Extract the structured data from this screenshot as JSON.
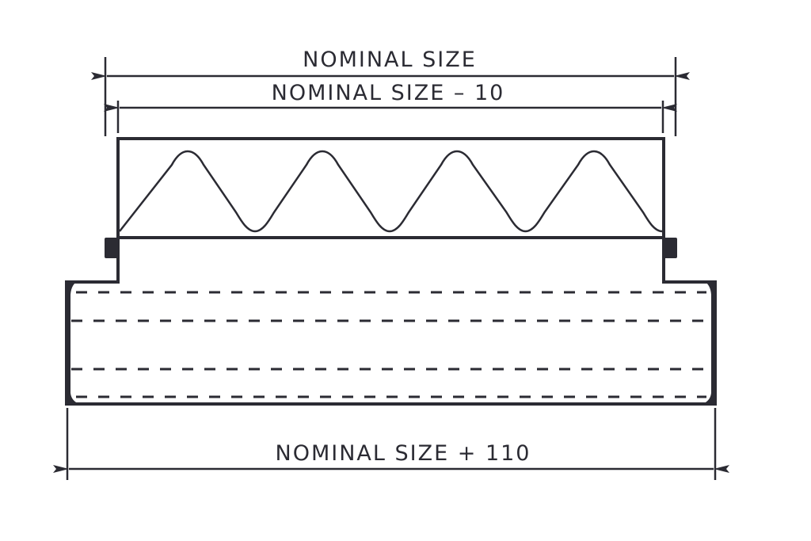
{
  "dimensions": {
    "top": "NOMINAL SIZE",
    "middle": "NOMINAL SIZE – 10",
    "bottom": "NOMINAL SIZE + 110"
  },
  "colors": {
    "line": "#2b2b33",
    "background": "#ffffff"
  }
}
